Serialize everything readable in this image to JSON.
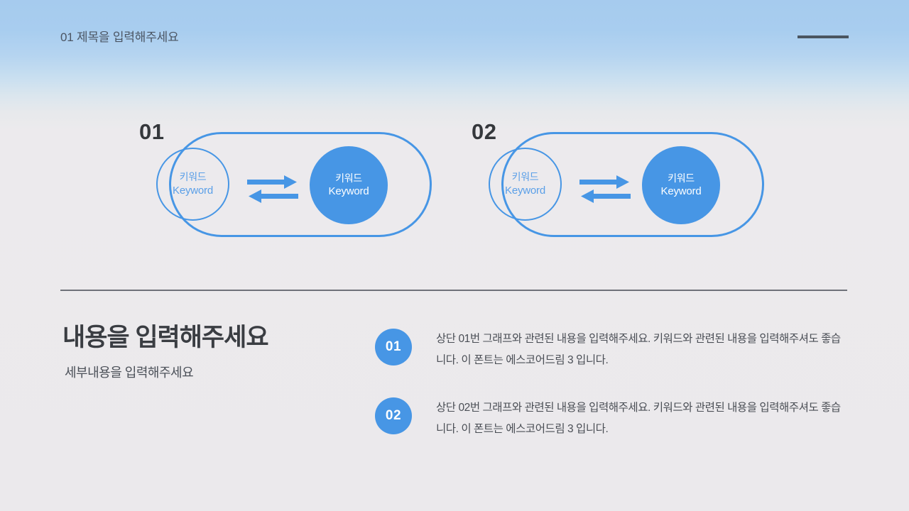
{
  "header": {
    "title": "01 제목을 입력해주세요",
    "rule_color": "#4a5560"
  },
  "theme": {
    "accent": "#4796e5",
    "accent_text": "#5a9fe8",
    "background_top": "#a6cbee",
    "background_bottom": "#ebe9ec",
    "heading_color": "#3a3d42",
    "body_color": "#4a4e55",
    "divider_color": "#6e7179"
  },
  "diagrams": [
    {
      "number": "01",
      "left_node": {
        "ko": "키워드",
        "en": "Keyword",
        "style": "outline"
      },
      "right_node": {
        "ko": "키워드",
        "en": "Keyword",
        "style": "filled"
      },
      "connector": "bidirectional-arrows"
    },
    {
      "number": "02",
      "left_node": {
        "ko": "키워드",
        "en": "Keyword",
        "style": "outline"
      },
      "right_node": {
        "ko": "키워드",
        "en": "Keyword",
        "style": "filled"
      },
      "connector": "bidirectional-arrows"
    }
  ],
  "bottom": {
    "title": "내용을 입력해주세요",
    "subtitle": "세부내용을 입력해주세요",
    "bullets": [
      {
        "badge": "01",
        "text": "상단 01번 그래프와 관련된 내용을 입력해주세요. 키워드와 관련된 내용을 입력해주셔도 좋습니다. 이 폰트는 에스코어드림 3 입니다."
      },
      {
        "badge": "02",
        "text": "상단 02번 그래프와 관련된 내용을 입력해주세요. 키워드와 관련된 내용을 입력해주셔도 좋습니다. 이 폰트는 에스코어드림 3 입니다."
      }
    ]
  }
}
